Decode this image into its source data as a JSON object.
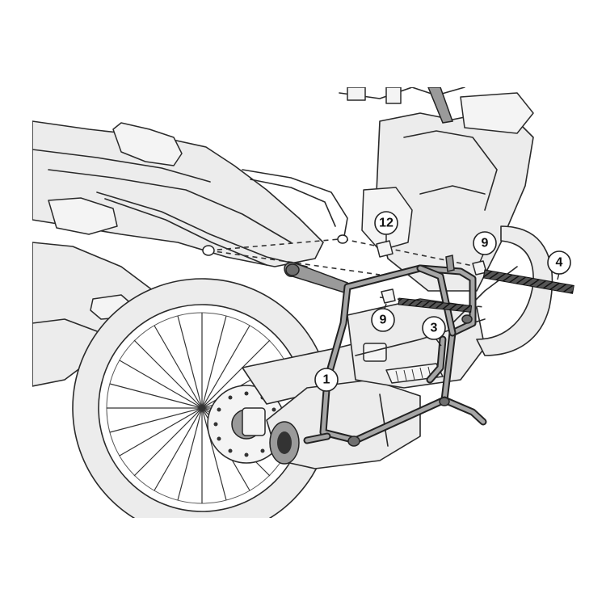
{
  "diagram": {
    "callouts": [
      {
        "id": "c12",
        "label": "12"
      },
      {
        "id": "c9a",
        "label": "9"
      },
      {
        "id": "c4",
        "label": "4"
      },
      {
        "id": "c9b",
        "label": "9"
      },
      {
        "id": "c3",
        "label": "3"
      },
      {
        "id": "c1",
        "label": "1"
      }
    ],
    "colors": {
      "line": "#2a2a2a",
      "frame": "#222222",
      "background": "#ffffff"
    }
  }
}
